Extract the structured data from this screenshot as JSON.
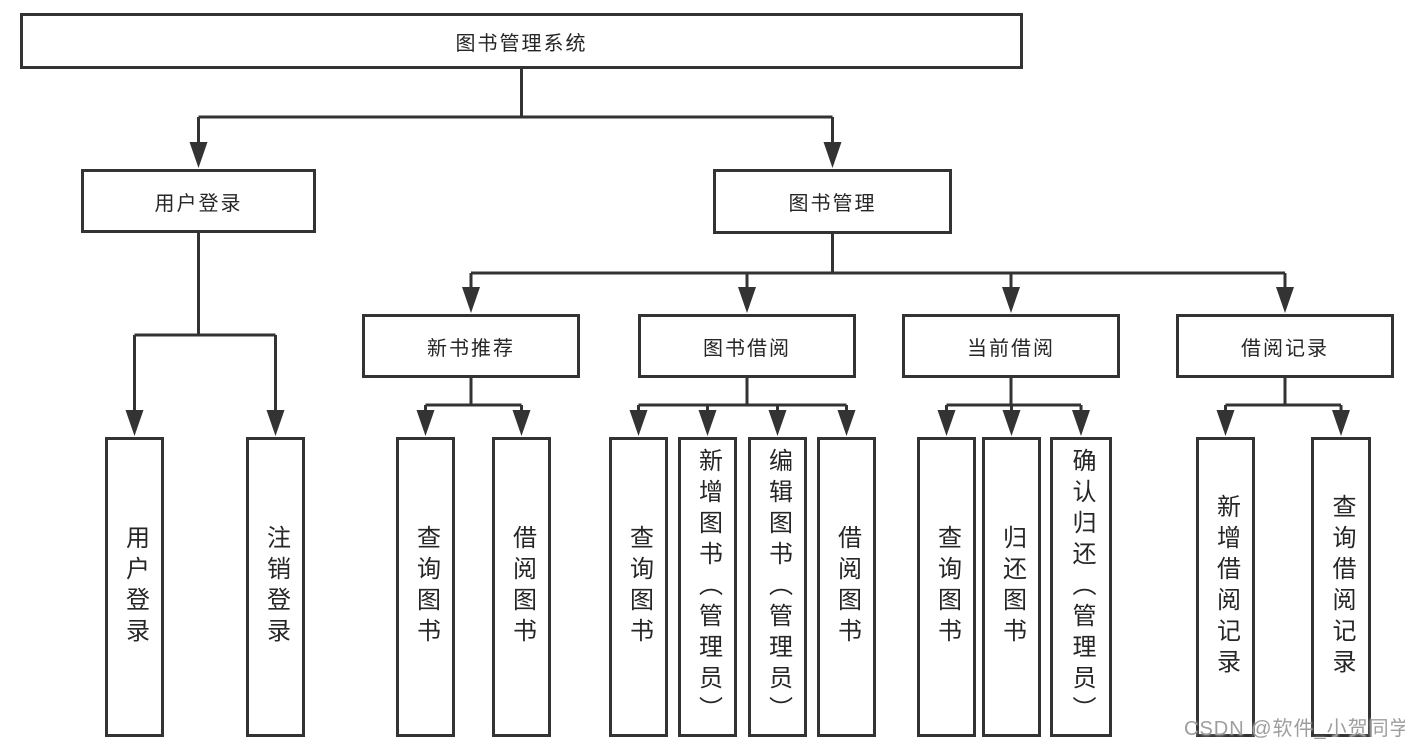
{
  "diagram": {
    "type": "hierarchy",
    "nodes": {
      "root": {
        "label": "图书管理系统"
      },
      "user_login": {
        "label": "用户登录"
      },
      "book_mgmt": {
        "label": "图书管理"
      },
      "new_book": {
        "label": "新书推荐"
      },
      "book_borrow": {
        "label": "图书借阅"
      },
      "current_borrow": {
        "label": "当前借阅"
      },
      "borrow_record": {
        "label": "借阅记录"
      },
      "login": {
        "label": "用户登录"
      },
      "logout": {
        "label": "注销登录"
      },
      "nb_query": {
        "label": "查询图书"
      },
      "nb_borrow": {
        "label": "借阅图书"
      },
      "bb_query": {
        "label": "查询图书"
      },
      "bb_add": {
        "label": "新增图书（管理员）"
      },
      "bb_edit": {
        "label": "编辑图书（管理员）"
      },
      "bb_borrow": {
        "label": "借阅图书"
      },
      "cb_query": {
        "label": "查询图书"
      },
      "cb_return": {
        "label": "归还图书"
      },
      "cb_confirm": {
        "label": "确认归还（管理员）"
      },
      "br_add": {
        "label": "新增借阅记录"
      },
      "br_query": {
        "label": "查询借阅记录"
      }
    },
    "edges": [
      [
        "root",
        "user_login"
      ],
      [
        "root",
        "book_mgmt"
      ],
      [
        "user_login",
        "login"
      ],
      [
        "user_login",
        "logout"
      ],
      [
        "book_mgmt",
        "new_book"
      ],
      [
        "book_mgmt",
        "book_borrow"
      ],
      [
        "book_mgmt",
        "current_borrow"
      ],
      [
        "book_mgmt",
        "borrow_record"
      ],
      [
        "new_book",
        "nb_query"
      ],
      [
        "new_book",
        "nb_borrow"
      ],
      [
        "book_borrow",
        "bb_query"
      ],
      [
        "book_borrow",
        "bb_add"
      ],
      [
        "book_borrow",
        "bb_edit"
      ],
      [
        "book_borrow",
        "bb_borrow"
      ],
      [
        "current_borrow",
        "cb_query"
      ],
      [
        "current_borrow",
        "cb_return"
      ],
      [
        "current_borrow",
        "cb_confirm"
      ],
      [
        "borrow_record",
        "br_add"
      ],
      [
        "borrow_record",
        "br_query"
      ]
    ]
  },
  "watermark": {
    "text": "CSDN @软件_小贺同学",
    "color": "#9e9e9e"
  },
  "colors": {
    "line": "#333333",
    "box_border": "#333333",
    "text": "#262626",
    "background": "#ffffff"
  }
}
